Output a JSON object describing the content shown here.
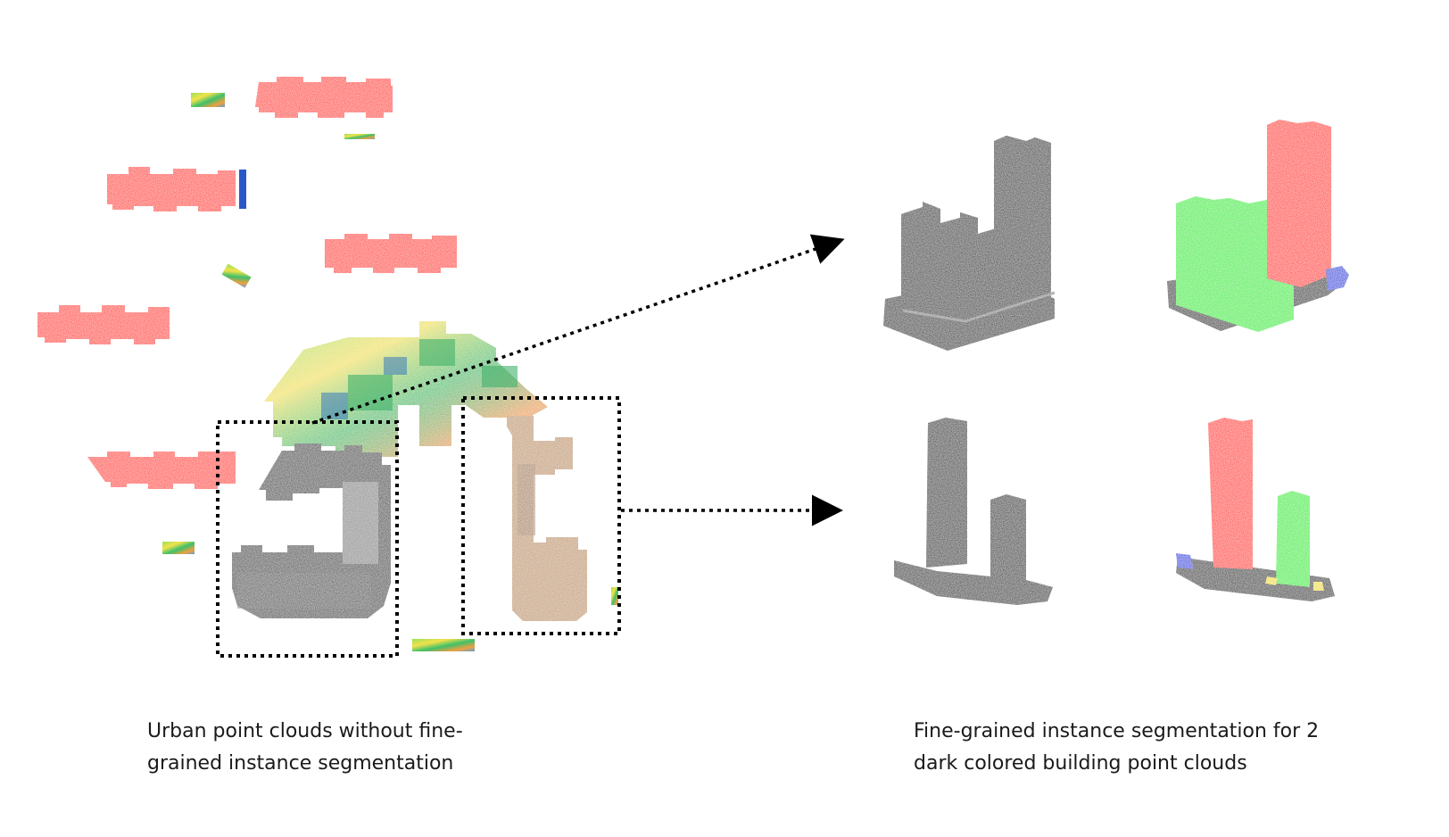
{
  "captions": {
    "left_line1": "Urban point clouds without fine-",
    "left_line2": "grained instance segmentation",
    "right_line1": "Fine-grained instance segmentation for 2",
    "right_line2": "dark colored building point clouds"
  },
  "colors": {
    "building_red": "#ff3322",
    "dark_building": "#3a3a3a",
    "tan_building": "#c49a6c",
    "instance_green": "#22ee22",
    "instance_red": "#ff2a1a",
    "instance_blue": "#1f3fe0",
    "instance_yellow": "#f0e020",
    "black_cloud": "#141414"
  }
}
